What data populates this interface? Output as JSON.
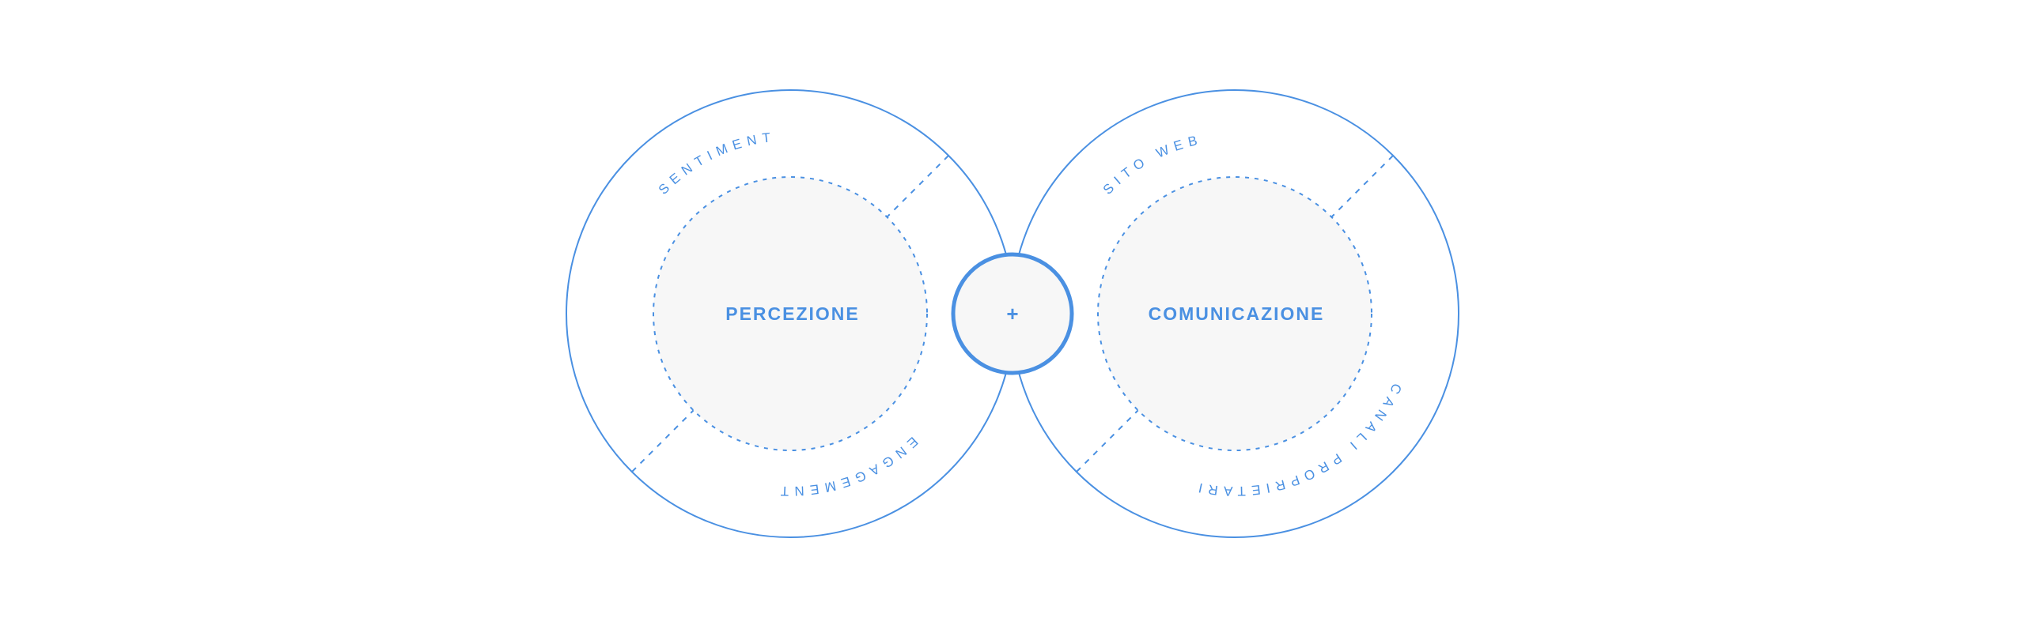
{
  "colors": {
    "accent": "#4a90e2",
    "fill": "#f7f7f7"
  },
  "center": {
    "symbol": "+"
  },
  "left": {
    "title": "PERCEZIONE",
    "arc_top": "SENTIMENT",
    "arc_bottom": "ENGAGEMENT"
  },
  "right": {
    "title": "COMUNICAZIONE",
    "arc_top": "SITO WEB",
    "arc_bottom": "CANALI PROPRIETARI"
  }
}
